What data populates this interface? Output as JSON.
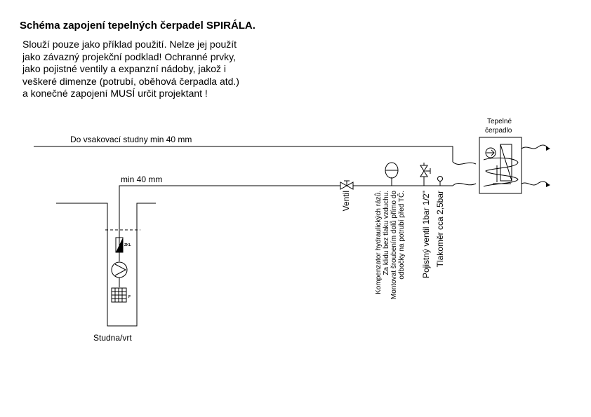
{
  "title": "Schéma zapojení tepelných čerpadel SPIRÁLA.",
  "note_lines": [
    "Slouží pouze jako příklad použití. Nelze jej použít",
    "jako závazný projekční podklad! Ochranné prvky,",
    "jako pojistné ventily a expanzní nádoby, jakož i",
    "veškeré dimenze (potrubí, oběhová čerpadla atd.)",
    "a konečné zapojení MUSÍ určit projektant !"
  ],
  "labels": {
    "return_pipe": "Do vsakovací studny min 40 mm",
    "supply_pipe": "min 40 mm",
    "heat_pump_line1": "Tepelné",
    "heat_pump_line2": "čerpadlo",
    "well": "Studna/vrt",
    "zkl": "ZKL",
    "filter": "F",
    "valve": "Ventil",
    "compensator_lines": [
      "Kompenzator hydraulických rázů.",
      "Za klidu bez tlaku vzduchu.",
      "Montovat šroubením dolů přímo do",
      "odbočky na potrubí před TČ."
    ],
    "safety_valve": "Pojistný ventil 1bar 1/2\"",
    "manometer": "Tlakoměr cca 2,5bar"
  }
}
